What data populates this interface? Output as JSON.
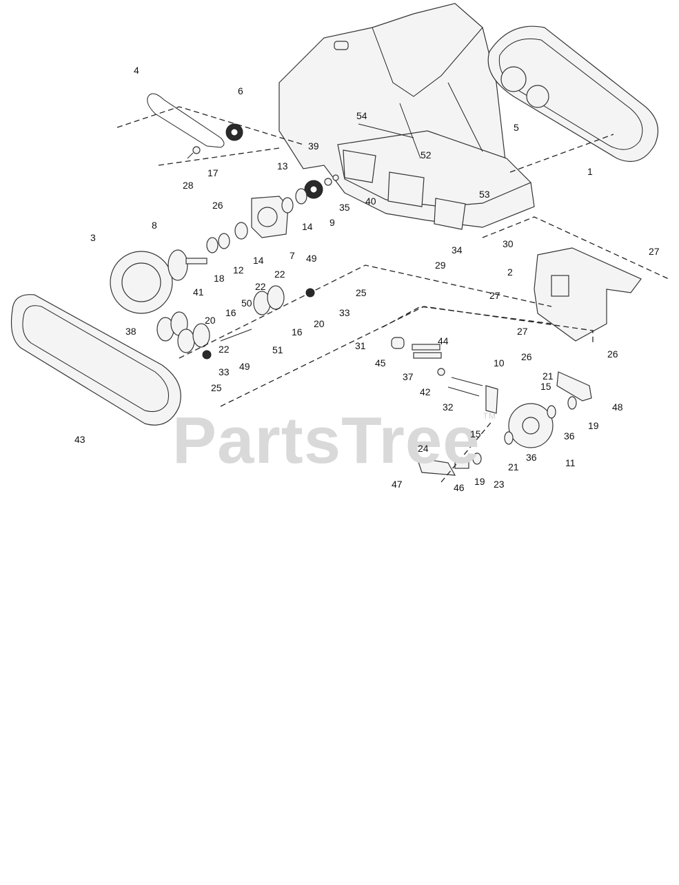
{
  "watermark": {
    "text": "PartsTree",
    "tm": "TM"
  },
  "callouts": [
    "1",
    "2",
    "3",
    "4",
    "5",
    "6",
    "7",
    "8",
    "9",
    "10",
    "11",
    "12",
    "13",
    "14",
    "14",
    "15",
    "15",
    "16",
    "16",
    "17",
    "18",
    "19",
    "19",
    "20",
    "20",
    "21",
    "21",
    "22",
    "22",
    "22",
    "23",
    "24",
    "25",
    "25",
    "26",
    "26",
    "26",
    "27",
    "27",
    "27",
    "28",
    "29",
    "30",
    "31",
    "32",
    "33",
    "33",
    "34",
    "35",
    "36",
    "36",
    "37",
    "38",
    "39",
    "40",
    "41",
    "42",
    "43",
    "44",
    "45",
    "46",
    "47",
    "48",
    "49",
    "49",
    "50",
    "51",
    "52",
    "53",
    "54"
  ]
}
